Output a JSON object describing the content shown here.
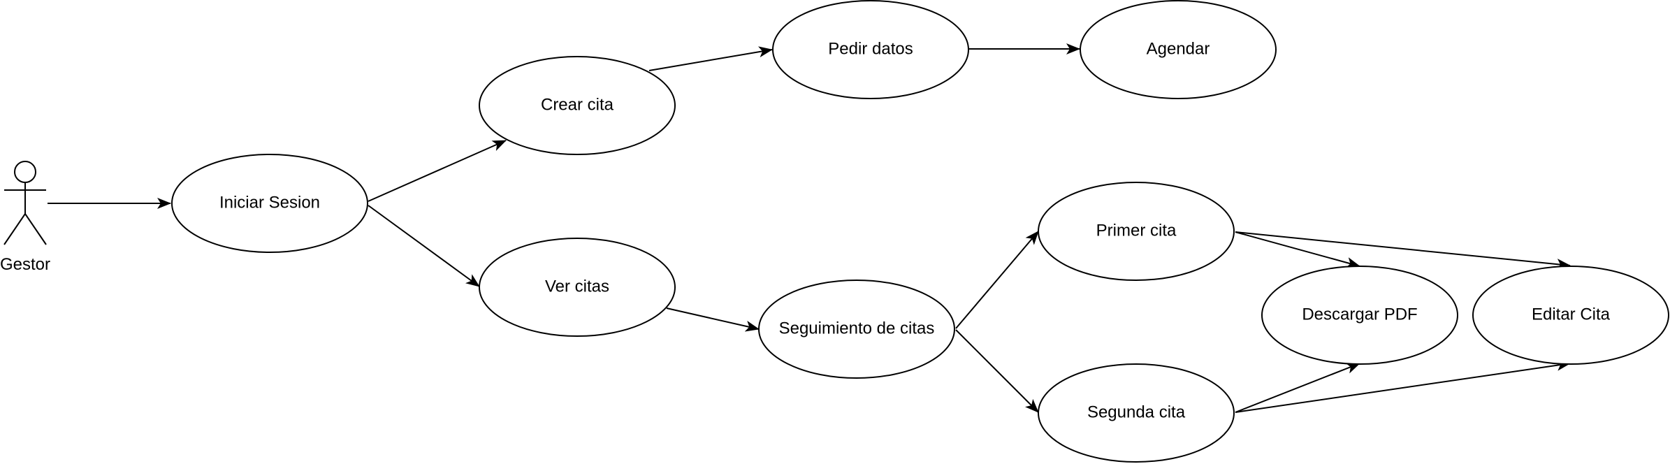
{
  "diagram": {
    "type": "use-case",
    "stroke_color": "#000000",
    "fill_color": "#ffffff",
    "actor": {
      "id": "gestor",
      "label": "Gestor"
    },
    "nodes": [
      {
        "id": "iniciar_sesion",
        "label": "Iniciar Sesion"
      },
      {
        "id": "crear_cita",
        "label": "Crear cita"
      },
      {
        "id": "pedir_datos",
        "label": "Pedir datos"
      },
      {
        "id": "agendar",
        "label": "Agendar"
      },
      {
        "id": "ver_citas",
        "label": "Ver citas"
      },
      {
        "id": "seguimiento",
        "label": "Seguimiento de citas"
      },
      {
        "id": "primer_cita",
        "label": "Primer cita"
      },
      {
        "id": "segunda_cita",
        "label": "Segunda cita"
      },
      {
        "id": "descargar_pdf",
        "label": "Descargar PDF"
      },
      {
        "id": "editar_cita",
        "label": "Editar Cita"
      }
    ],
    "edges": [
      {
        "from": "gestor",
        "to": "iniciar_sesion"
      },
      {
        "from": "iniciar_sesion",
        "to": "crear_cita"
      },
      {
        "from": "iniciar_sesion",
        "to": "ver_citas"
      },
      {
        "from": "crear_cita",
        "to": "pedir_datos"
      },
      {
        "from": "pedir_datos",
        "to": "agendar"
      },
      {
        "from": "ver_citas",
        "to": "seguimiento"
      },
      {
        "from": "seguimiento",
        "to": "primer_cita"
      },
      {
        "from": "seguimiento",
        "to": "segunda_cita"
      },
      {
        "from": "primer_cita",
        "to": "descargar_pdf"
      },
      {
        "from": "primer_cita",
        "to": "editar_cita"
      },
      {
        "from": "segunda_cita",
        "to": "descargar_pdf"
      },
      {
        "from": "segunda_cita",
        "to": "editar_cita"
      }
    ]
  }
}
